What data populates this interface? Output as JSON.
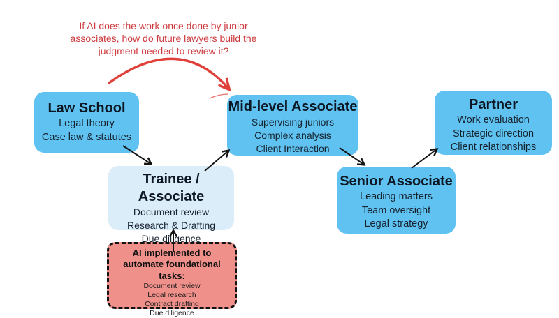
{
  "annotation": {
    "lines": [
      "If AI does the work once done by junior",
      "associates, how do future lawyers build the",
      "judgment needed to review it?"
    ]
  },
  "stages": [
    {
      "id": "law-school",
      "title": "Law School",
      "items": [
        "Legal theory",
        "Case law & statutes"
      ]
    },
    {
      "id": "trainee",
      "title": "Trainee / Associate",
      "items": [
        "Document review",
        "Research & Drafting",
        "Due diligence"
      ]
    },
    {
      "id": "mid-level",
      "title": "Mid-level Associate",
      "items": [
        "Supervising juniors",
        "Complex analysis",
        "Client Interaction"
      ]
    },
    {
      "id": "senior",
      "title": "Senior Associate",
      "items": [
        "Leading matters",
        "Team oversight",
        "Legal strategy"
      ]
    },
    {
      "id": "partner",
      "title": "Partner",
      "items": [
        "Work evaluation",
        "Strategic direction",
        "Client relationships"
      ]
    }
  ],
  "ai_box": {
    "title": "AI implemented to automate foundational tasks:",
    "items": [
      "Document review",
      "Legal research",
      "Contract drafting",
      "Due diligence"
    ]
  },
  "colors": {
    "stage_blue": "#5fc2f0",
    "stage_light": "#dcedfa",
    "ai_red": "#f0908a",
    "annotation_red": "#cd3a3e",
    "arrow_red": "#e0403a",
    "arrow_black": "#141414"
  }
}
